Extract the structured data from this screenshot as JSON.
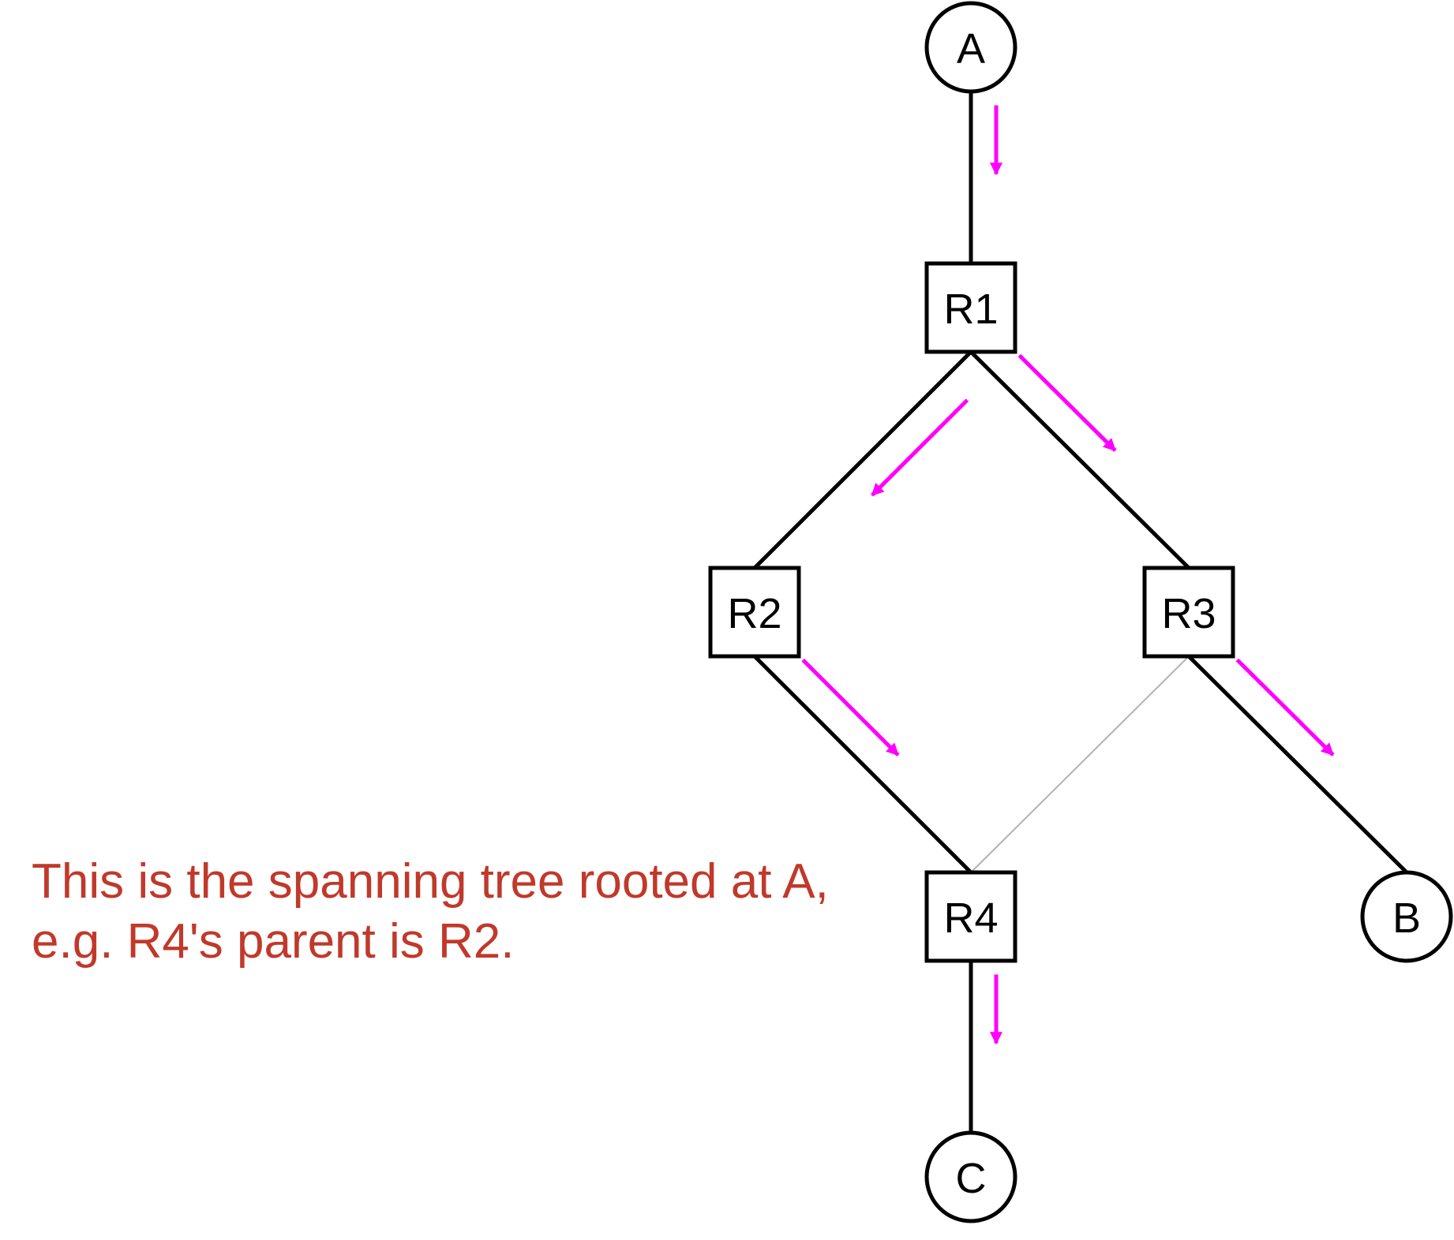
{
  "colors": {
    "node_stroke": "#000000",
    "tree_edge": "#000000",
    "non_tree_edge": "#b3b3b3",
    "arrow": "#ff00ff",
    "caption": "#c0392b"
  },
  "nodes": [
    {
      "id": "A",
      "label": "A",
      "shape": "circle"
    },
    {
      "id": "R1",
      "label": "R1",
      "shape": "square"
    },
    {
      "id": "R2",
      "label": "R2",
      "shape": "square"
    },
    {
      "id": "R3",
      "label": "R3",
      "shape": "square"
    },
    {
      "id": "R4",
      "label": "R4",
      "shape": "square"
    },
    {
      "id": "B",
      "label": "B",
      "shape": "circle"
    },
    {
      "id": "C",
      "label": "C",
      "shape": "circle"
    }
  ],
  "edges": [
    {
      "from": "A",
      "to": "R1",
      "in_tree": true
    },
    {
      "from": "R1",
      "to": "R2",
      "in_tree": true
    },
    {
      "from": "R1",
      "to": "R3",
      "in_tree": true
    },
    {
      "from": "R2",
      "to": "R4",
      "in_tree": true
    },
    {
      "from": "R3",
      "to": "R4",
      "in_tree": false
    },
    {
      "from": "R3",
      "to": "B",
      "in_tree": true
    },
    {
      "from": "R4",
      "to": "C",
      "in_tree": true
    }
  ],
  "caption": {
    "line1": "This is the spanning tree rooted at A,",
    "line2": "e.g. R4's parent is R2."
  }
}
